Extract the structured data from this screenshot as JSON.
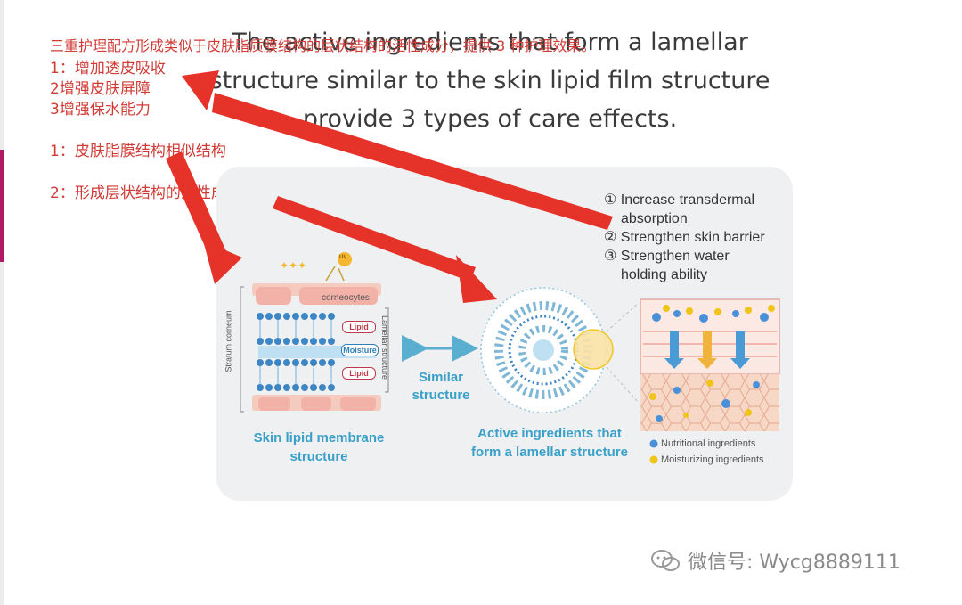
{
  "title": {
    "line1": "The active ingredients that form a lamellar",
    "line2": "structure similar to the skin lipid film structure",
    "line3": "provide 3 types of care effects."
  },
  "annotations": {
    "header": "三重护理配方形成类似于皮肤脂质膜结构的层状结构的活性成分，提供 3 种护理效果。",
    "item1": "1：增加透皮吸收",
    "item2": "2增强皮肤屏障",
    "item3": "3增强保水能力",
    "note1": "1：皮肤脂膜结构相似结构",
    "note2": "2：形成层状结构的活性成分"
  },
  "diagram": {
    "corneocytes": "corneocytes",
    "stratum_corneum": "Stratum corneum",
    "lamellar_structure": "Lamellar structure",
    "lipid": "Lipid",
    "moisture": "Moisture",
    "uv": "UV",
    "similar_line1": "Similar",
    "similar_line2": "structure",
    "skin_label_line1": "Skin lipid membrane",
    "skin_label_line2": "structure",
    "active_label_line1": "Active ingredients that",
    "active_label_line2": "form a lamellar structure",
    "legend_nutritional": "Nutritional ingredients",
    "legend_moisturizing": "Moisturizing ingredients",
    "colors": {
      "accent": "#3aa0c8",
      "arrow": "#e5332a",
      "lipid_tag": "#c0394b",
      "nutrition": "#4a90d9",
      "moisture": "#f0c419"
    }
  },
  "effects": {
    "e1a": "① Increase transdermal",
    "e1b": "absorption",
    "e2": "② Strengthen skin barrier",
    "e3a": "③ Strengthen water",
    "e3b": "holding ability"
  },
  "watermark": {
    "text": "微信号: Wycg8889111",
    "icon": "wechat-icon"
  }
}
